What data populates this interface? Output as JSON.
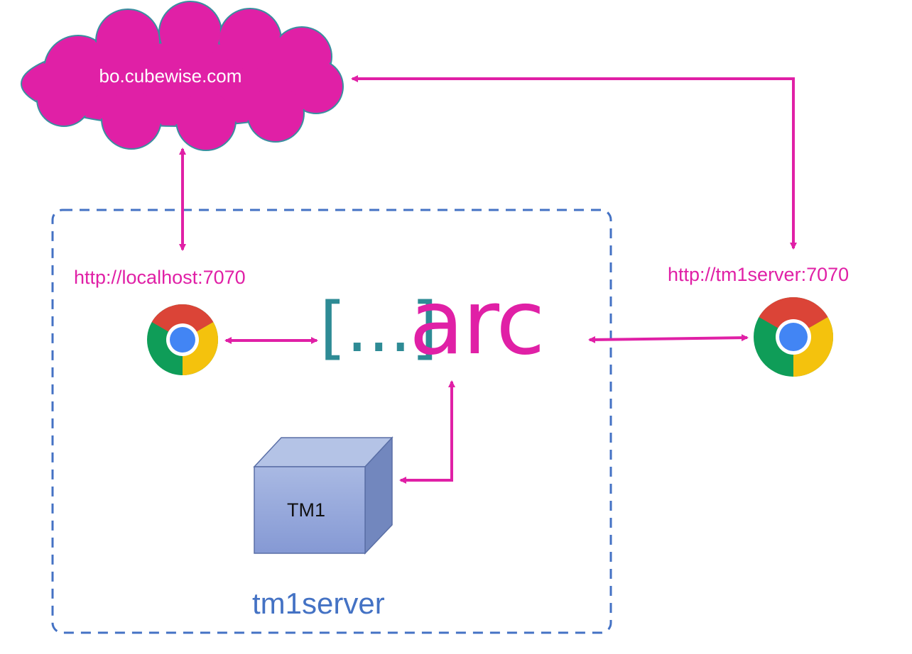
{
  "cloud": {
    "label": "bo.cubewise.com"
  },
  "server_box": {
    "label": "tm1server"
  },
  "local_browser": {
    "url": "http://localhost:7070"
  },
  "remote_browser": {
    "url": "http://tm1server:7070"
  },
  "arc_logo": {
    "bracket": "[...]",
    "word": "arc"
  },
  "tm1_cube": {
    "label": "TM1"
  },
  "colors": {
    "accent": "#e020a6",
    "cloud_fill": "#e020a6",
    "cloud_stroke": "#3a8fa0",
    "box_border": "#4472c4",
    "server_label": "#4472c4",
    "bracket": "#2e8b95",
    "cube_front": "#8ea4d8",
    "cube_top": "#b4c3e6",
    "cube_side": "#7287be",
    "chrome_red": "#db4437",
    "chrome_yellow": "#f4c20d",
    "chrome_green": "#0f9d58",
    "chrome_blue": "#4285f4"
  }
}
